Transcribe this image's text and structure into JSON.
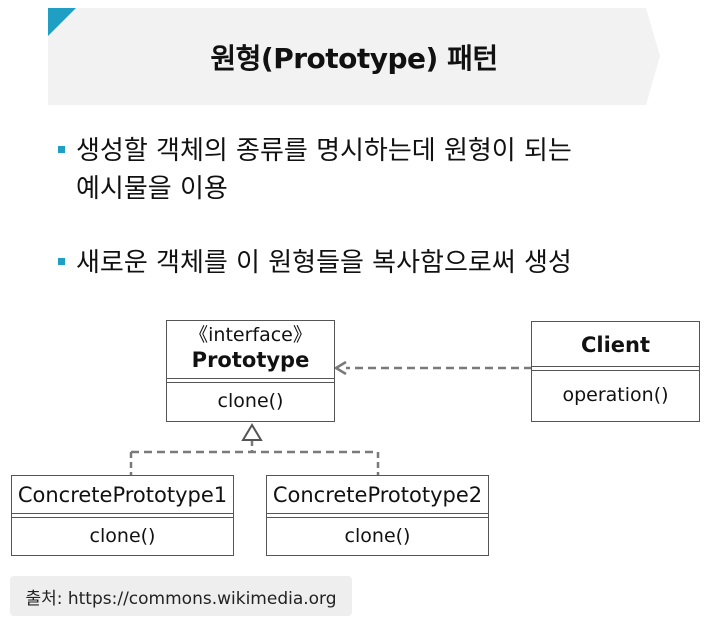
{
  "header": {
    "title": "원형(Prototype) 패턴"
  },
  "bullets": [
    {
      "line1": "생성할 객체의 종류를 명시하는데 원형이 되는",
      "line2": "예시물을 이용"
    },
    {
      "line1": "새로운 객체를 이 원형들을 복사함으로써 생성"
    }
  ],
  "diagram": {
    "prototype": {
      "stereotype": "《interface》",
      "name": "Prototype",
      "operation": "clone()"
    },
    "client": {
      "name": "Client",
      "operation": "operation()"
    },
    "concrete1": {
      "name": "ConcretePrototype1",
      "operation": "clone()"
    },
    "concrete2": {
      "name": "ConcretePrototype2",
      "operation": "clone()"
    }
  },
  "source": {
    "text": "출처: https://commons.wikimedia.org"
  },
  "colors": {
    "accent": "#1f9fc4",
    "banner_bg": "#f2f2f2",
    "line": "#555555",
    "dashed": "#7a7a7a"
  }
}
